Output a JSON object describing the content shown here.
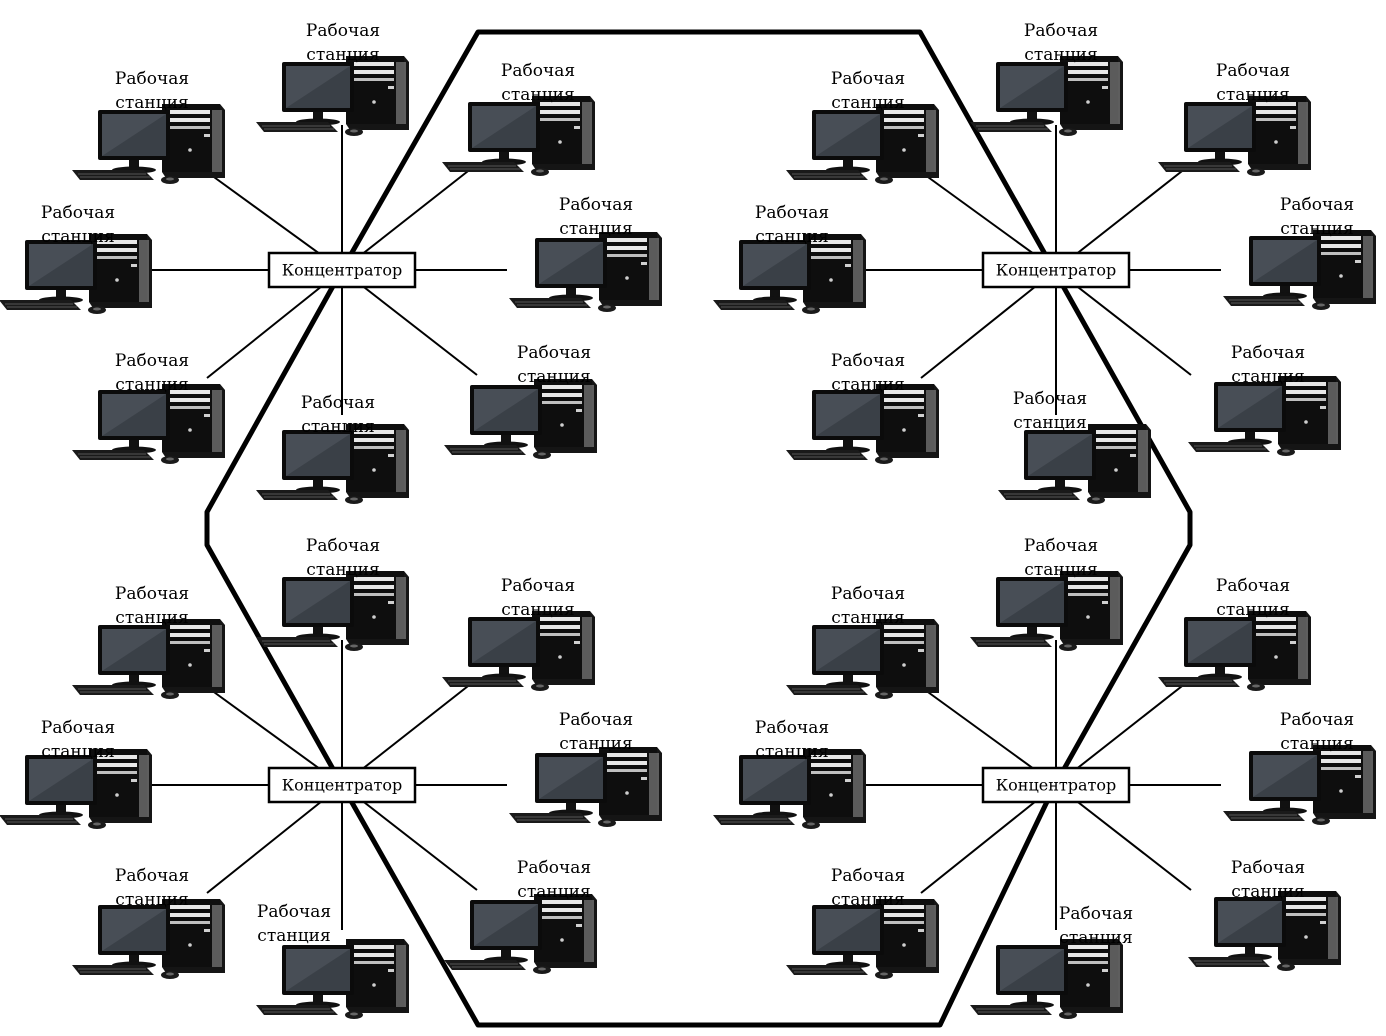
{
  "labels": {
    "hub": "Концентратор",
    "workstation_line1": "Рабочая",
    "workstation_line2": "станция"
  },
  "colors": {
    "line": "#000000",
    "background": "#ffffff",
    "monitor": "#0d0d0d",
    "screen": "#2a2f35",
    "tower": "#111111"
  },
  "icons": {
    "workstation": "desktop-computer-icon",
    "hub": "hub-box"
  },
  "topology": {
    "ring": "backbone connecting 4 hubs",
    "hubs": [
      {
        "id": "hub-top-left",
        "workstations": 8
      },
      {
        "id": "hub-top-right",
        "workstations": 8
      },
      {
        "id": "hub-bottom-left",
        "workstations": 8
      },
      {
        "id": "hub-bottom-right",
        "workstations": 8
      }
    ]
  }
}
